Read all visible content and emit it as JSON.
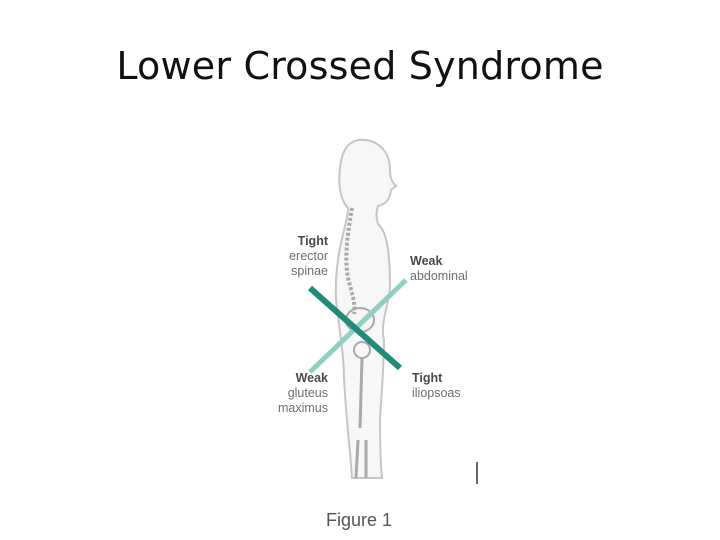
{
  "title": "Lower Crossed Syndrome",
  "labels": {
    "tight_erector": {
      "head": "Tight",
      "line1": "erector",
      "line2": "spinae"
    },
    "weak_abdominal": {
      "head": "Weak",
      "line1": "abdominal"
    },
    "weak_gluteus": {
      "head": "Weak",
      "line1": "gluteus",
      "line2": "maximus"
    },
    "tight_iliopsoas": {
      "head": "Tight",
      "line1": "iliopsoas"
    }
  },
  "caption": "Figure 1",
  "colors": {
    "tight_line": "#1f8c7a",
    "weak_line": "#8fd0c2",
    "body_outline": "#c6c6c6",
    "skeleton": "#a9a9a9"
  }
}
